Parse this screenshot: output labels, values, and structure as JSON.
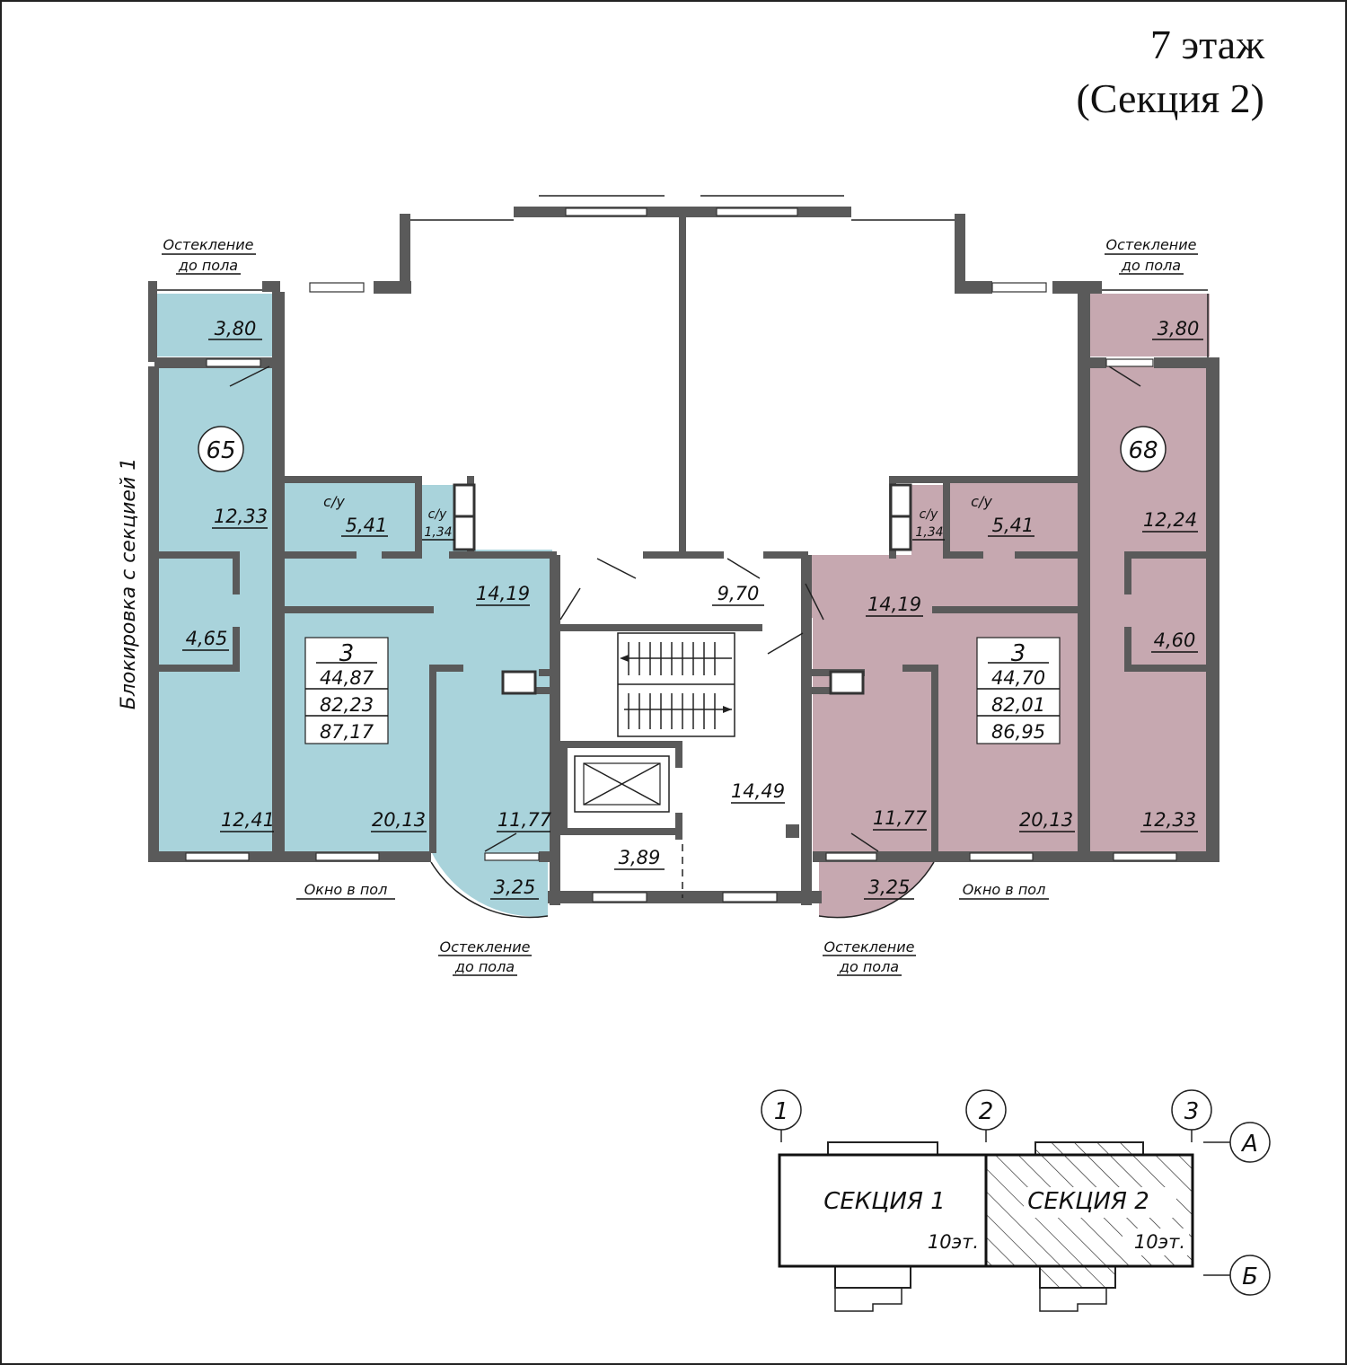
{
  "header": {
    "floor": "7 этаж",
    "section": "(Секция 2)"
  },
  "side_note": "Блокировка с секцией 1",
  "colors": {
    "apartment_65": "#a9d3db",
    "apartment_68": "#c6a8b0",
    "walls": "#5a5a5a"
  },
  "apartment_65": {
    "number": "65",
    "summary": {
      "rooms": "3",
      "living": "44,87",
      "total": "82,23",
      "total_with_balcony": "87,17"
    },
    "areas": {
      "balcony_top": "3,80",
      "room_top": "12,33",
      "bath": "5,41",
      "wc": "1,34",
      "hall": "14,19",
      "storage": "4,65",
      "room_left": "12,41",
      "room_mid": "20,13",
      "kitchen": "11,77",
      "bay": "3,25"
    }
  },
  "apartment_68": {
    "number": "68",
    "summary": {
      "rooms": "3",
      "living": "44,70",
      "total": "82,01",
      "total_with_balcony": "86,95"
    },
    "areas": {
      "balcony_top": "3,80",
      "room_top": "12,24",
      "bath": "5,41",
      "wc": "1,34",
      "hall": "14,19",
      "storage": "4,60",
      "room_right": "12,33",
      "room_mid": "20,13",
      "kitchen": "11,77",
      "bay": "3,25"
    }
  },
  "common": {
    "corridor": "9,70",
    "lobby": "14,49",
    "vestibule": "3,89"
  },
  "labels": {
    "bathroom": "с/у",
    "glazing_line1": "Остекление",
    "glazing_line2": "до пола",
    "floor_window": "Окно в пол"
  },
  "key_plan": {
    "axes": [
      "1",
      "2",
      "3"
    ],
    "rows": [
      "А",
      "Б"
    ],
    "section1": "СЕКЦИЯ 1",
    "section1_floors": "10эт.",
    "section2": "СЕКЦИЯ 2",
    "section2_floors": "10эт."
  }
}
